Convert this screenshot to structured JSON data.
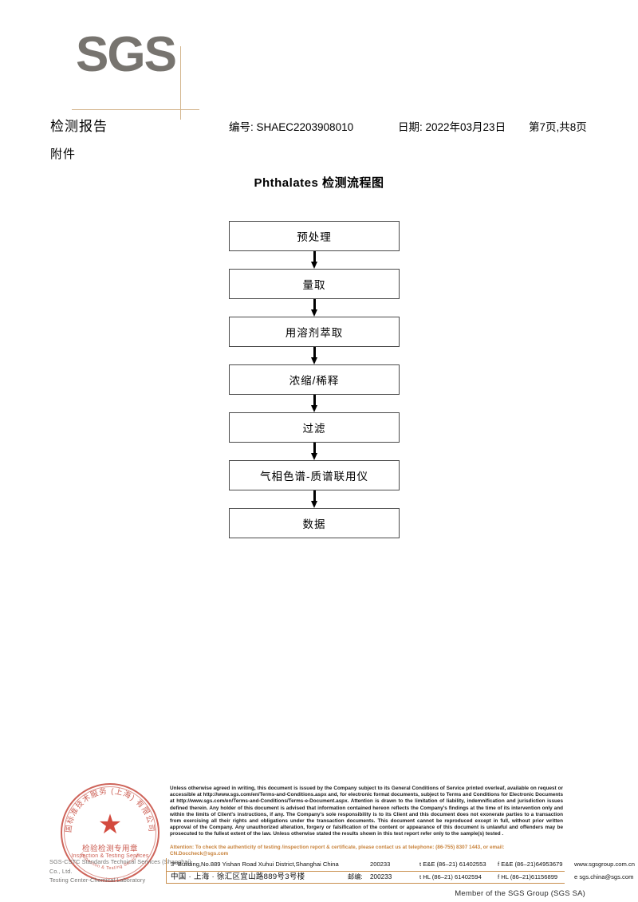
{
  "header": {
    "logo_text": "SGS",
    "report_title": "检测报告",
    "attachment_label": "附件",
    "report_no": "编号: SHAEC2203908010",
    "report_date": "日期: 2022年03月23日",
    "page_count": "第7页,共8页"
  },
  "flowchart": {
    "title": "Phthalates 检测流程图",
    "steps": [
      {
        "label": "预处理"
      },
      {
        "label": "量取"
      },
      {
        "label": "用溶剂萃取"
      },
      {
        "label": "浓缩/稀释"
      },
      {
        "label": "过滤"
      },
      {
        "label": "气相色谱-质谱联用仪"
      },
      {
        "label": "数据"
      }
    ]
  },
  "footer": {
    "seal": {
      "arc_top_cn": "国标准技术服务 (上海) 有限公司",
      "arc_bottom_en": "Inspection & Testing Services",
      "center_cn": "检验检测专用章",
      "center_en": "Inspection & Testing Services",
      "star_glyph": "★"
    },
    "company_line1": "SGS-CSTC Standards Technical Services (Shanghai) Co., Ltd.",
    "company_line2": "Testing Center-Chemical Laboratory",
    "legal_text": "Unless otherwise agreed in writing, this document is issued by the Company subject to its General Conditions of Service printed overleaf, available on request or accessible at http://www.sgs.com/en/Terms-and-Conditions.aspx and, for electronic format documents, subject to Terms and Conditions for Electronic Documents at http://www.sgs.com/en/Terms-and-Conditions/Terms-e-Document.aspx. Attention is drawn to the limitation of liability, indemnification and jurisdiction issues defined therein. Any holder of this document is advised that information contained hereon reflects the Company's findings at the time of its intervention only and within the limits of Client's instructions, if any. The Company's sole responsibility is to its Client and this document does not exonerate parties to a transaction from exercising all their rights and obligations under the transaction documents. This document cannot be reproduced except in full, without prior written approval of the Company. Any unauthorized alteration, forgery or falsification of the content or appearance of this document is unlawful and offenders may be prosecuted to the fullest extent of the law. Unless otherwise stated the results shown in this test report refer only to the sample(s) tested .",
    "attention_text": "Attention: To check the authenticity of testing /inspection report & certificate, please contact us at telephone: (86-755) 8307 1443, or email: CN.Doccheck@sgs.com",
    "address_en": "3ʳᵈBuilding,No.889 Yishan Road Xuhui District,Shanghai China",
    "postcode_en": "200233",
    "address_cn": "中国 · 上海 · 徐汇区宜山路889号3号楼",
    "postcode_cn_label": "邮编:",
    "postcode_cn": "200233",
    "phone1_a": "t E&E (86–21) 61402553",
    "phone1_b": "f E&E (86–21)64953679",
    "phone2_a": "t HL (86–21) 61402594",
    "phone2_b": "f HL (86–21)61156899",
    "web": "www.sgsgroup.com.cn",
    "email": "e  sgs.china@sgs.com",
    "member_line": "Member of the SGS Group (SGS SA)"
  },
  "colors": {
    "logo_gray": "#77746f",
    "rule_tan": "#d3b48c",
    "attention_orange": "#c8833c",
    "seal_red": "#c0392b",
    "table_rule": "#c98f4e"
  }
}
